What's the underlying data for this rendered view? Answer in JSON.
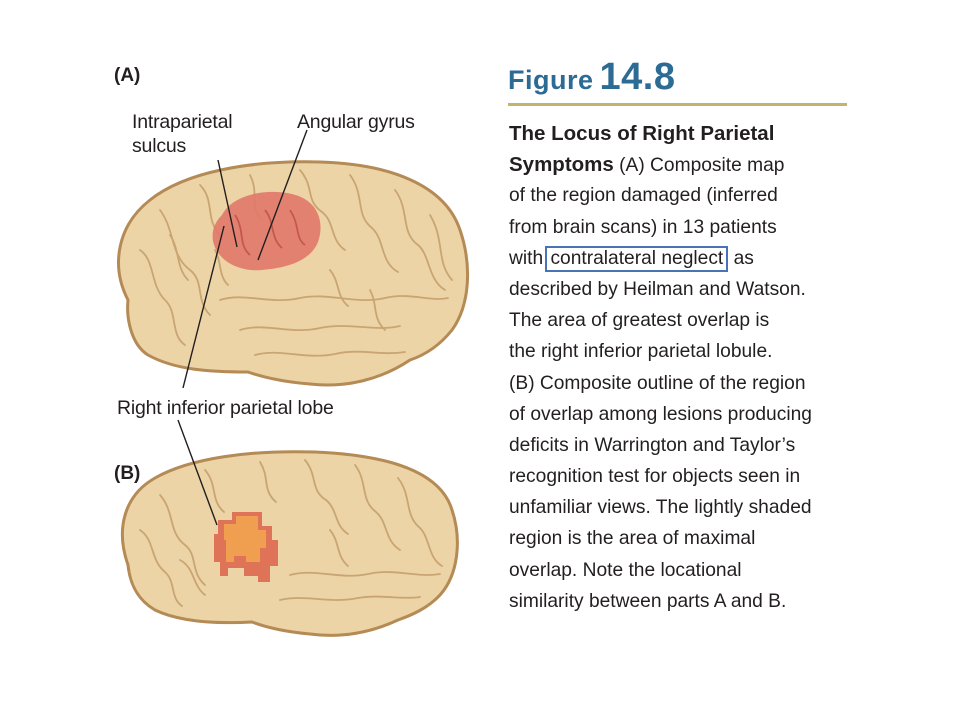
{
  "panel_a": {
    "label": "(A)",
    "callout_intraparietal_line1": "Intraparietal",
    "callout_intraparietal_line2": "sulcus",
    "callout_angular": "Angular gyrus",
    "callout_right_inferior": "Right inferior parietal lobe"
  },
  "panel_b": {
    "label": "(B)"
  },
  "figure": {
    "word": "Figure",
    "number": "14.8"
  },
  "caption": {
    "title_line1": "The Locus of Right Parietal",
    "title_line2_bold": "Symptoms",
    "line2_rest": " (A) Composite map",
    "line3": "of the region damaged (inferred",
    "line4": "from brain scans) in 13 patients",
    "line5_pre": "with ",
    "line5_highlight": "contralateral neglect",
    "line5_post": " as",
    "line6": "described by Heilman and Watson.",
    "line7": "The area of greatest overlap is",
    "line8": "the right inferior parietal lobule.",
    "line9": "(B) Composite outline of the region",
    "line10": "of overlap among lesions producing",
    "line11": "deficits in Warrington and Taylor’s",
    "line12": "recognition test for objects seen in",
    "line13": "unfamiliar views. The lightly shaded",
    "line14": "region is the area of maximal",
    "line15": "overlap. Note the locational",
    "line16": "similarity between parts A and B."
  },
  "colors": {
    "brain_fill": "#ecd4a6",
    "brain_outline": "#b48a55",
    "lesion_a": "#e2786a",
    "lesion_b_dark": "#dd6a50",
    "lesion_b_light": "#f0a050",
    "heading_blue": "#2c6b94",
    "rule_gold": "#c2b569",
    "highlight_box": "#4a73b5"
  }
}
